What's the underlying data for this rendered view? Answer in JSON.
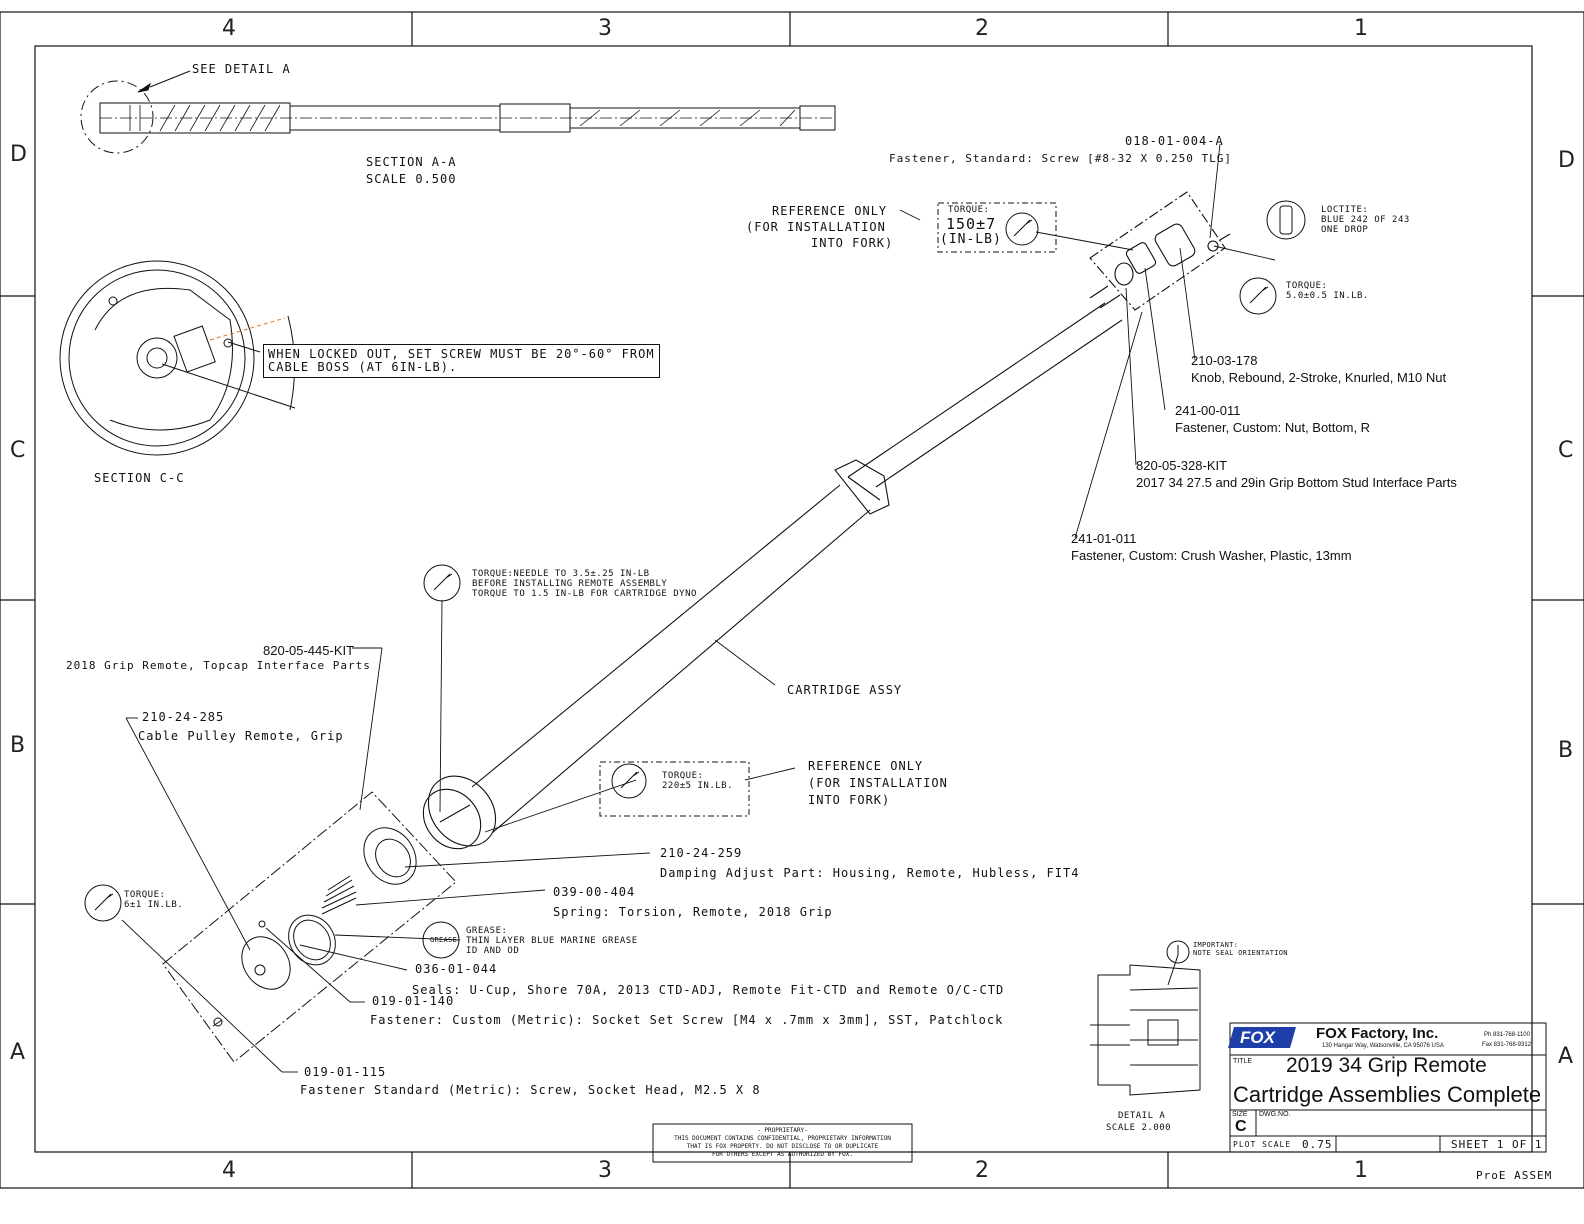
{
  "zones": {
    "columns": [
      "4",
      "3",
      "2",
      "1"
    ],
    "rows": [
      "D",
      "C",
      "B",
      "A"
    ]
  },
  "section_aa": {
    "see_detail": "SEE DETAIL A",
    "title": "SECTION A-A",
    "scale": "SCALE 0.500"
  },
  "section_cc": {
    "title": "SECTION C-C",
    "note_line1": "WHEN LOCKED OUT, SET SCREW MUST BE 20°-60° FROM",
    "note_line2": "CABLE BOSS (AT 6IN-LB)."
  },
  "callouts": {
    "p018": {
      "number": "018-01-004-A",
      "desc": "Fastener, Standard: Screw [#8-32 X 0.250 TLG]"
    },
    "p210_178": {
      "number": "210-03-178",
      "desc": "Knob, Rebound, 2-Stroke, Knurled, M10 Nut"
    },
    "p241_00": {
      "number": "241-00-011",
      "desc": "Fastener, Custom: Nut, Bottom, R"
    },
    "p820_328": {
      "number": "820-05-328-KIT",
      "desc": "2017 34 27.5 and 29in Grip Bottom Stud Interface Parts"
    },
    "p241_01": {
      "number": "241-01-011",
      "desc": "Fastener, Custom: Crush Washer, Plastic, 13mm"
    },
    "p820_445": {
      "number": "820-05-445-KIT",
      "desc": "2018 Grip Remote, Topcap Interface Parts"
    },
    "p210_285": {
      "number": "210-24-285",
      "desc": "Cable Pulley Remote, Grip"
    },
    "p210_259": {
      "number": "210-24-259",
      "desc": "Damping Adjust Part: Housing, Remote, Hubless, FIT4"
    },
    "p039": {
      "number": "039-00-404",
      "desc": "Spring: Torsion, Remote, 2018 Grip"
    },
    "p036": {
      "number": "036-01-044",
      "desc": "Seals: U-Cup, Shore 70A, 2013 CTD-ADJ, Remote Fit-CTD and Remote O/C-CTD"
    },
    "p019_140": {
      "number": "019-01-140",
      "desc": "Fastener: Custom (Metric): Socket Set Screw [M4 x .7mm x 3mm], SST, Patchlock"
    },
    "p019_115": {
      "number": "019-01-115",
      "desc": "Fastener Standard (Metric): Screw, Socket Head, M2.5 X 8"
    }
  },
  "notes": {
    "ref_top_1": "REFERENCE ONLY",
    "ref_top_2": "(FOR INSTALLATION",
    "ref_top_3": "INTO FORK)",
    "torque_top_label": "TORQUE:",
    "torque_top_value": "150±7",
    "torque_top_unit": "(IN-LB)",
    "loctite_1": "LOCTITE:",
    "loctite_2": "BLUE 242 OF 243",
    "loctite_3": "ONE DROP",
    "torque_screw_1": "TORQUE:",
    "torque_screw_2": "5.0±0.5 IN.LB.",
    "needle_1": "TORQUE:NEEDLE TO 3.5±.25 IN-LB",
    "needle_2": "BEFORE INSTALLING REMOTE ASSEMBLY",
    "needle_3": "TORQUE TO 1.5 IN-LB FOR CARTRIDGE DYNO",
    "cartridge": "CARTRIDGE ASSY",
    "ref_mid_1": "REFERENCE ONLY",
    "ref_mid_2": "(FOR INSTALLATION",
    "ref_mid_3": "INTO FORK)",
    "torque_mid_1": "TORQUE:",
    "torque_mid_2": "220±5 IN.LB.",
    "torque_small_1": "TORQUE:",
    "torque_small_2": "6±1 IN.LB.",
    "grease_1": "GREASE:",
    "grease_2": "THIN LAYER BLUE MARINE GREASE",
    "grease_3": "ID AND OD",
    "grease_icon": "GREASE",
    "important_1": "IMPORTANT:",
    "important_2": "NOTE SEAL ORIENTATION",
    "detail_a": "DETAIL A",
    "detail_scale": "SCALE 2.000",
    "prop_1": "- PROPRIETARY-",
    "prop_2": "THIS DOCUMENT CONTAINS CONFIDENTIAL, PROPRIETARY INFORMATION",
    "prop_3": "THAT IS FOX PROPERTY.  DO NOT DISCLOSE TO OR DUPLICATE",
    "prop_4": "FOR OTHERS EXCEPT AS AUTHORIZED BY FOX."
  },
  "title_block": {
    "logo": "FOX",
    "company": "FOX Factory, Inc.",
    "address": "130 Hangar Way, Watsonville, CA 95076 USA",
    "phone": "Ph 831-768-1100",
    "fax": "Fax 831-768-9312",
    "title_label": "TITLE",
    "title_1": "2019 34 Grip Remote",
    "title_2": "Cartridge Assemblies Complete",
    "size_label": "SIZE",
    "size": "C",
    "dwg_label": "DWG.NO.",
    "plot_label": "PLOT SCALE",
    "plot_value": "0.75",
    "sheet": "SHEET 1 OF 1",
    "proe": "ProE ASSEM"
  },
  "colors": {
    "ink": "#111111",
    "logo": "#1f3fa8",
    "leader_orange": "#d9782b"
  }
}
